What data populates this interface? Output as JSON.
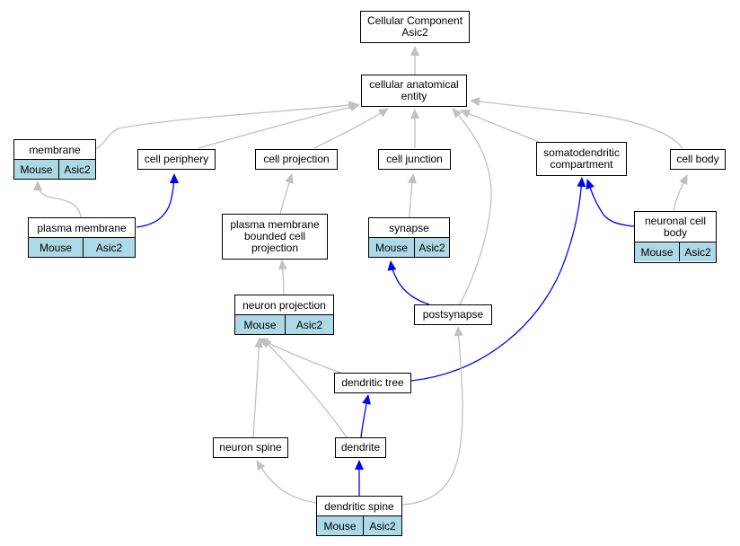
{
  "colors": {
    "gray_edge": "#c0c0c0",
    "blue_edge": "#0000ff",
    "table_fill": "#add8e6"
  },
  "nodes": {
    "cc": {
      "label": "Cellular Component\nAsic2"
    },
    "cae": {
      "label": "cellular anatomical\nentity"
    },
    "membrane": {
      "label": "membrane",
      "c1": "Mouse",
      "c2": "Asic2"
    },
    "cell_periphery": {
      "label": "cell periphery"
    },
    "cell_projection": {
      "label": "cell projection"
    },
    "cell_junction": {
      "label": "cell junction"
    },
    "somatodendritic": {
      "label": "somatodendritic\ncompartment"
    },
    "cell_body": {
      "label": "cell body"
    },
    "plasma_membrane": {
      "label": "plasma membrane",
      "c1": "Mouse",
      "c2": "Asic2"
    },
    "pmbcp": {
      "label": "plasma membrane\nbounded cell\nprojection"
    },
    "synapse": {
      "label": "synapse",
      "c1": "Mouse",
      "c2": "Asic2"
    },
    "neuronal_cell_body": {
      "label": "neuronal cell\nbody",
      "c1": "Mouse",
      "c2": "Asic2"
    },
    "neuron_projection": {
      "label": "neuron projection",
      "c1": "Mouse",
      "c2": "Asic2"
    },
    "postsynapse": {
      "label": "postsynapse"
    },
    "dendritic_tree": {
      "label": "dendritic tree"
    },
    "neuron_spine": {
      "label": "neuron spine"
    },
    "dendrite": {
      "label": "dendrite"
    },
    "dendritic_spine": {
      "label": "dendritic spine",
      "c1": "Mouse",
      "c2": "Asic2"
    }
  }
}
